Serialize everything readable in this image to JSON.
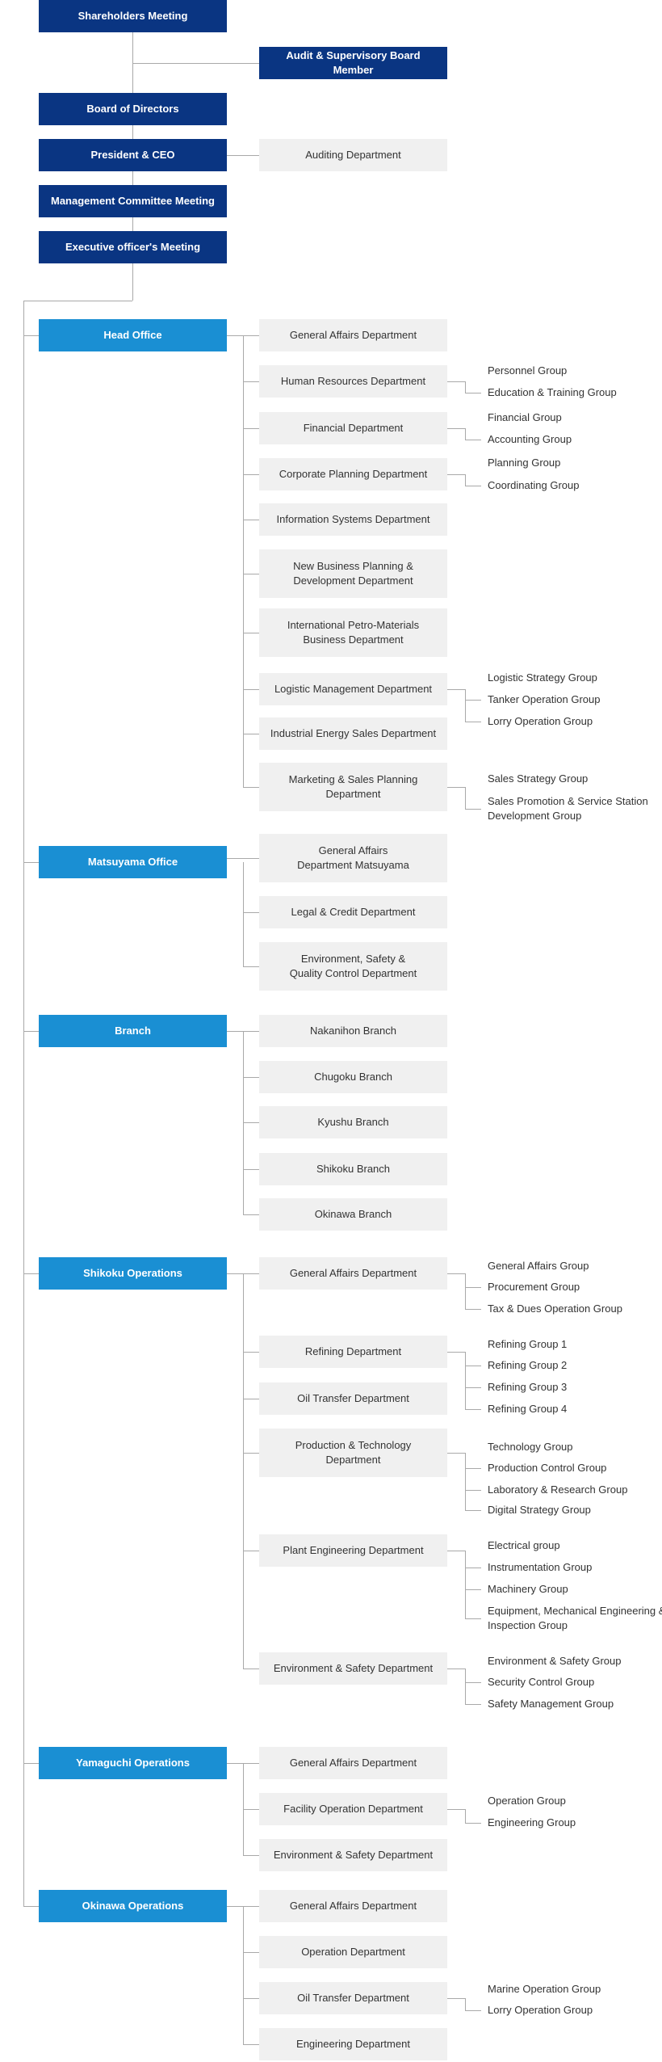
{
  "colors": {
    "governance": "#0a3582",
    "division": "#1a8fd3",
    "department": "#f0f0f0",
    "connector": "#a9a9a9"
  },
  "governance": {
    "shareholders": "Shareholders Meeting",
    "audit_board": "Audit & Supervisory Board Member",
    "board": "Board of Directors",
    "president": "President & CEO",
    "auditing_department": "Auditing Department",
    "management_committee": "Management Committee Meeting",
    "executive_meeting": "Executive officer's Meeting"
  },
  "divisions": [
    {
      "name": "Head Office",
      "departments": [
        {
          "name": "General Affairs Department",
          "groups": []
        },
        {
          "name": "Human Resources Department",
          "groups": [
            "Personnel Group",
            "Education & Training Group"
          ]
        },
        {
          "name": "Financial Department",
          "groups": [
            "Financial Group",
            "Accounting Group"
          ]
        },
        {
          "name": "Corporate Planning Department",
          "groups": [
            "Planning Group",
            "Coordinating Group"
          ]
        },
        {
          "name": "Information Systems Department",
          "groups": []
        },
        {
          "name": "New Business Planning &\nDevelopment Department",
          "groups": []
        },
        {
          "name": "International Petro-Materials\nBusiness Department",
          "groups": []
        },
        {
          "name": "Logistic Management Department",
          "groups": [
            "Logistic Strategy Group",
            "Tanker Operation Group",
            "Lorry Operation Group"
          ]
        },
        {
          "name": "Industrial Energy Sales Department",
          "groups": []
        },
        {
          "name": "Marketing & Sales Planning\nDepartment",
          "groups": [
            "Sales Strategy Group",
            "Sales Promotion & Service Station\nDevelopment Group"
          ]
        }
      ]
    },
    {
      "name": "Matsuyama Office",
      "departments": [
        {
          "name": "General Affairs\nDepartment Matsuyama",
          "groups": []
        },
        {
          "name": "Legal & Credit Department",
          "groups": []
        },
        {
          "name": "Environment, Safety &\nQuality Control Department",
          "groups": []
        }
      ]
    },
    {
      "name": "Branch",
      "departments": [
        {
          "name": "Nakanihon Branch",
          "groups": []
        },
        {
          "name": "Chugoku Branch",
          "groups": []
        },
        {
          "name": "Kyushu Branch",
          "groups": []
        },
        {
          "name": "Shikoku Branch",
          "groups": []
        },
        {
          "name": "Okinawa Branch",
          "groups": []
        }
      ]
    },
    {
      "name": "Shikoku Operations",
      "departments": [
        {
          "name": "General Affairs Department",
          "groups": [
            "General Affairs Group",
            "Procurement Group",
            "Tax & Dues Operation Group"
          ]
        },
        {
          "name": "Refining Department",
          "groups": [
            "Refining Group 1",
            "Refining Group 2",
            "Refining Group 3",
            "Refining Group 4"
          ]
        },
        {
          "name": "Oil Transfer Department",
          "groups": []
        },
        {
          "name": "Production & Technology\nDepartment",
          "groups": [
            "Technology Group",
            "Production Control Group",
            "Laboratory & Research Group",
            "Digital Strategy Group"
          ]
        },
        {
          "name": "Plant Engineering Department",
          "groups": [
            "Electrical group",
            "Instrumentation Group",
            "Machinery Group",
            "Equipment, Mechanical Engineering &\nInspection Group"
          ]
        },
        {
          "name": "Environment & Safety Department",
          "groups": [
            "Environment & Safety Group",
            "Security Control Group",
            "Safety Management Group"
          ]
        }
      ]
    },
    {
      "name": "Yamaguchi Operations",
      "departments": [
        {
          "name": "General Affairs Department",
          "groups": []
        },
        {
          "name": "Facility Operation Department",
          "groups": [
            "Operation Group",
            "Engineering Group"
          ]
        },
        {
          "name": "Environment & Safety Department",
          "groups": []
        }
      ]
    },
    {
      "name": "Okinawa Operations",
      "departments": [
        {
          "name": "General Affairs Department",
          "groups": []
        },
        {
          "name": "Operation Department",
          "groups": []
        },
        {
          "name": "Oil Transfer Department",
          "groups": [
            "Marine Operation Group",
            "Lorry Operation Group"
          ]
        },
        {
          "name": "Engineering Department",
          "groups": []
        }
      ]
    }
  ]
}
